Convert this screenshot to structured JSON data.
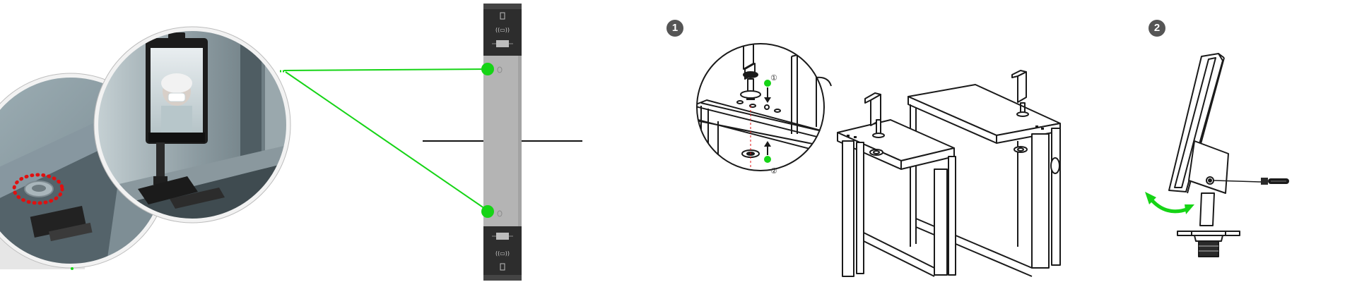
{
  "steps": [
    {
      "badge": "1"
    },
    {
      "badge": "2"
    }
  ],
  "detail": {
    "arrow_down_marker": "①",
    "arrow_up_marker": "②"
  },
  "colors": {
    "callout_green": "#16d416",
    "screw_marker": "#e01010",
    "step_badge": "#555555",
    "gate_panel": "#b4b4b4",
    "gate_cap": "#2d2d2d"
  }
}
